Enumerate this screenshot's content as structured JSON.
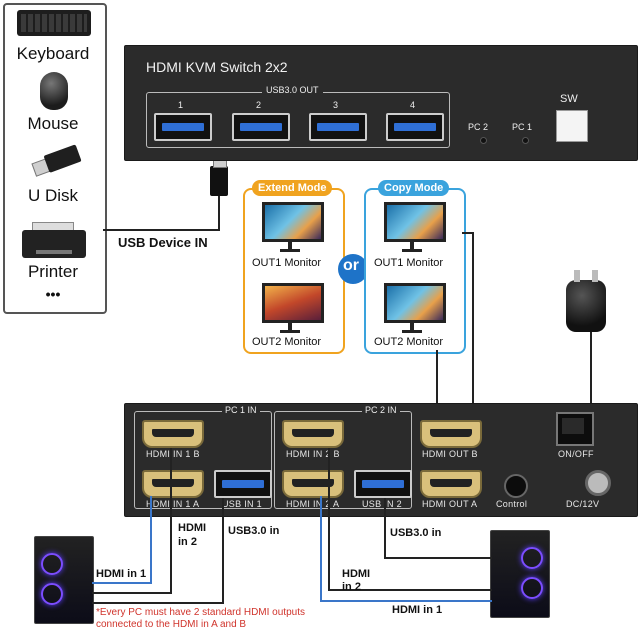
{
  "devices": {
    "keyboard": "Keyboard",
    "mouse": "Mouse",
    "udisk": "U Disk",
    "printer": "Printer",
    "more": "•••"
  },
  "usb_device_in": "USB Device IN",
  "top_panel": {
    "title": "HDMI KVM Switch 2x2",
    "usb_group": "USB3.0 OUT",
    "ports": [
      "1",
      "2",
      "3",
      "4"
    ],
    "pc2": "PC 2",
    "pc1": "PC 1",
    "sw": "SW"
  },
  "modes": {
    "extend": {
      "tag": "Extend Mode",
      "out1": "OUT1 Monitor",
      "out2": "OUT2 Monitor",
      "color": "#f0a31f"
    },
    "or": "or",
    "copy": {
      "tag": "Copy Mode",
      "out1": "OUT1 Monitor",
      "out2": "OUT2 Monitor",
      "color": "#3aa3dd"
    }
  },
  "bottom_panel": {
    "pc1_group": "PC 1 IN",
    "pc2_group": "PC 2 IN",
    "hdmi_in_1b": "HDMI IN 1 B",
    "hdmi_in_1a": "HDMI IN 1 A",
    "usb_in_1": "USB IN 1",
    "hdmi_in_2b": "HDMI IN 2 B",
    "hdmi_in_2a": "HDMI IN 2 A",
    "usb_in_2": "USB IN 2",
    "hdmi_out_b": "HDMI OUT B",
    "hdmi_out_a": "HDMI OUT A",
    "control": "Control",
    "onoff": "ON/OFF",
    "dc": "DC/12V"
  },
  "cables": {
    "left_hdmi1": "HDMI in 1",
    "left_hdmi2_a": "HDMI",
    "left_hdmi2_b": "in 2",
    "left_usb": "USB3.0 in",
    "right_usb": "USB3.0 in",
    "right_hdmi2_a": "HDMI",
    "right_hdmi2_b": "in 2",
    "right_hdmi1": "HDMI in 1"
  },
  "note": {
    "line1": "*Every PC must have 2 standard HDMI outputs",
    "line2": "connected to the HDMI in A and B",
    "color": "#d0342c"
  }
}
